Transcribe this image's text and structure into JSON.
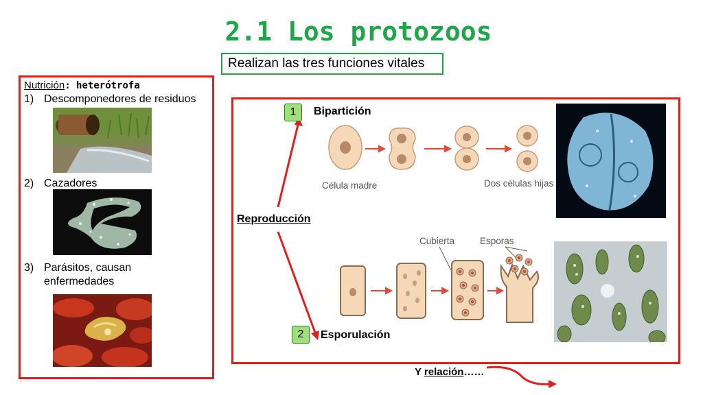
{
  "title": "2.1 Los protozoos",
  "subtitle": "Realizan las tres funciones vitales",
  "nutrition": {
    "label": "Nutrición",
    "colon_value": ": heterótrofa",
    "items": [
      {
        "num": "1)",
        "text": "Descomponedores de residuos"
      },
      {
        "num": "2)",
        "text": "Cazadores"
      },
      {
        "num": "3)",
        "text": "Parásitos, causan",
        "text2": "enfermedades"
      }
    ]
  },
  "reproduction": {
    "label": "Reproducción",
    "types": [
      {
        "badge": "1",
        "name": "Bipartición"
      },
      {
        "badge": "2",
        "name": "Esporulación"
      }
    ],
    "bipartition_labels": {
      "mother": "Célula madre",
      "daughters": "Dos células hijas"
    },
    "sporulation_labels": {
      "cover": "Cubierta",
      "spores": "Esporas"
    }
  },
  "footer": {
    "prefix": "Y ",
    "link": "relación",
    "suffix": "……"
  },
  "colors": {
    "title": "#1fa64a",
    "frame": "#e01e1e",
    "arrow": "#e01e1e",
    "badge": "#9fe07a",
    "cell": "#f4d8b8"
  }
}
